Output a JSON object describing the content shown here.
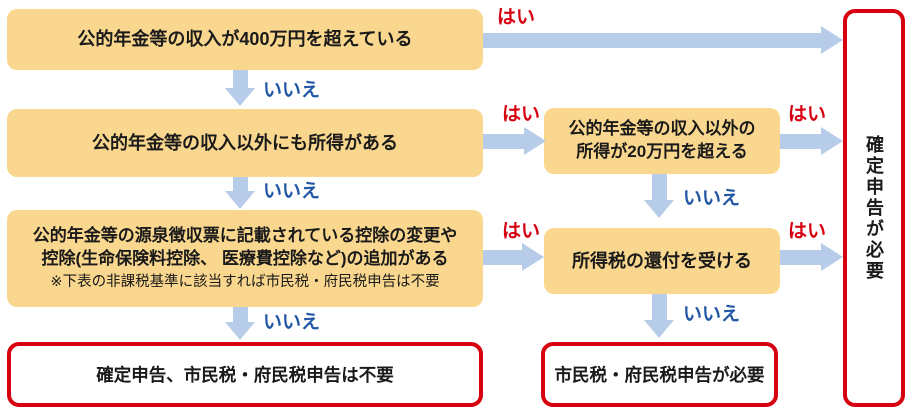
{
  "labels": {
    "yes": "はい",
    "no": "いいえ"
  },
  "nodes": {
    "q1": "公的年金等の収入が400万円を超えている",
    "q2": "公的年金等の収入以外にも所得がある",
    "q2b_line1": "公的年金等の収入以外の",
    "q2b_line2": "所得が20万円を超える",
    "q3_line1": "公的年金等の源泉徴収票に記載されている控除の変更や",
    "q3_line2": "控除(生命保険料控除、 医療費控除など)の追加がある",
    "q3_note": "※下表の非課税基準に該当すれば市民税・府民税申告は不要",
    "q3b": "所得税の還付を受ける",
    "result_none": "確定申告、市民税・府民税申告は不要",
    "result_city": "市民税・府民税申告が必要",
    "result_final": "確定申告が必要"
  },
  "colors": {
    "box_fill": "#FAD78E",
    "arrow": "#B7CCE8",
    "yes": "#D7000F",
    "no": "#2257A5",
    "result_border": "#D7000F",
    "text": "#1a1a1a"
  }
}
